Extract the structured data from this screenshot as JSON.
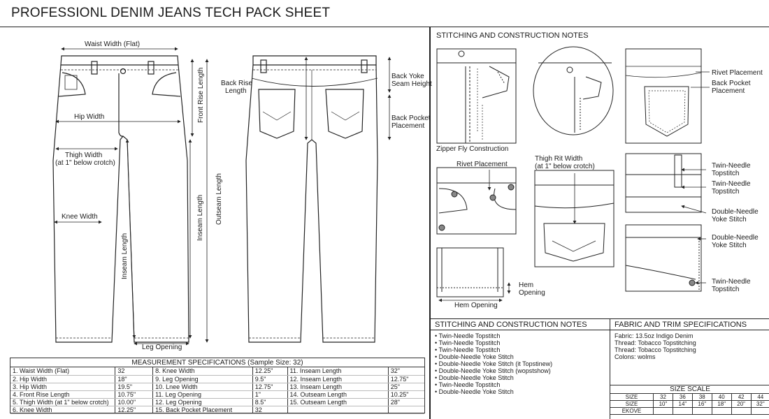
{
  "title": "PROFESSIONL DENIM JEANS TECH PACK SHEET",
  "front_labels": {
    "waist": "Waist Width (Flat)",
    "hip": "Hip Width",
    "thigh_1": "Thigh Width",
    "thigh_2": "(at 1\" below crotch)",
    "knee": "Knee Width",
    "inseam": "Inseam Length",
    "front_rise": "Front Rise Length",
    "outseam": "Outseam Length",
    "inseam_right": "Inseam Length",
    "leg_opening": "Leg Opening"
  },
  "back_labels": {
    "back_rise_1": "Back Rise",
    "back_rise_2": "Length",
    "yoke_1": "Back Yoke",
    "yoke_2": "Seam Height",
    "pocket_1": "Back Pocket",
    "pocket_2": "Placement"
  },
  "detail_labels": {
    "top_heading": "STITCHING AND CONSTRUCTION NOTES",
    "zipper": "Zipper Fly Construction",
    "rivet_1": "Rivet Placement",
    "back_pocket_1": "Back Pocket",
    "back_pocket_2": "Placement",
    "rivet_2": "Rivet Placement",
    "thigh_1": "Thigh Rit Width",
    "thigh_2": "(at 1\" below crotch)",
    "twin_a1": "Twin-Needle",
    "twin_a2": "Topstitch",
    "twin_b1": "Twin-Needle",
    "twin_b2": "Topstitch",
    "dny_a1": "Double-Needle",
    "dny_a2": "Yoke Stitch",
    "dny_b1": "Double-Needle",
    "dny_b2": "Yoke Stitch",
    "twin_c1": "Twin-Needle",
    "twin_c2": "Topstitch",
    "hem_1": "Hem",
    "hem_2": "Opening",
    "hem_opening": "Hem Opening"
  },
  "measurement": {
    "heading": "MEASUREMENT SPECIFICATIONS (Sample Size: 32)",
    "rows": [
      [
        "1. Waist Width (Flat)",
        "32",
        "8. Knee Width",
        "12.25\"",
        "11. Inseam Length",
        "32\""
      ],
      [
        "2. Hip Width",
        "18\"",
        "9.  Leg Opening",
        "9.5\"",
        "12. Inseam Length",
        "12.75\""
      ],
      [
        "3. Hip Width",
        "19.5\"",
        "10. Lnee Width",
        "12.75\"",
        "13. Inseam Length",
        "25\""
      ],
      [
        "4. Front Rise Length",
        "10.75\"",
        "11. Leg Opening",
        "1\"",
        "14. Outseam Length",
        "10.25\""
      ],
      [
        "5. Thigh Width (at 1\" below crotch)",
        "10.00\"",
        "12. Leg Opening",
        "8.5\"",
        "15. Outseam Length",
        "28\""
      ],
      [
        "6. Knee Width",
        "12.25\"",
        "15. Back Pocket Placement",
        "32",
        "",
        ""
      ]
    ]
  },
  "notes": {
    "heading": "STITCHING AND CONSTRUCTION NOTES",
    "items": [
      "Twin-Needle Topstitch",
      "Twin-Needle Topstitch",
      "Twin-Needle Topstitch",
      "Double-Needle Yoke Stitch",
      "Double-Needle Yoke Stitch (it Topstinew)",
      "Double-Needle Yoke Stitch (wopstshow)",
      "Double-Needle Yoke Stitch",
      "Twin-Needle Topstitch",
      "Double-Needle Yoke Stitch"
    ]
  },
  "fabric": {
    "heading": "FABRIC AND TRIM SPECIFICATIONS",
    "lines": [
      "Fabric: 13.5oz Indigo Denim",
      "Thread: Tobacco Topstitching",
      "Thread: Tobacco Topstitching",
      "Colons: wolms"
    ],
    "size_scale_heading": "SIZE SCALE",
    "size_rows": [
      [
        "SIZE",
        "32",
        "36",
        "38",
        "40",
        "42",
        "44"
      ],
      [
        "SIZE",
        "10\"",
        "14\"",
        "16\"",
        "18\"",
        "20\"",
        "32\""
      ],
      [
        "EKOVE",
        "",
        "",
        "",
        "",
        "",
        ""
      ]
    ]
  }
}
